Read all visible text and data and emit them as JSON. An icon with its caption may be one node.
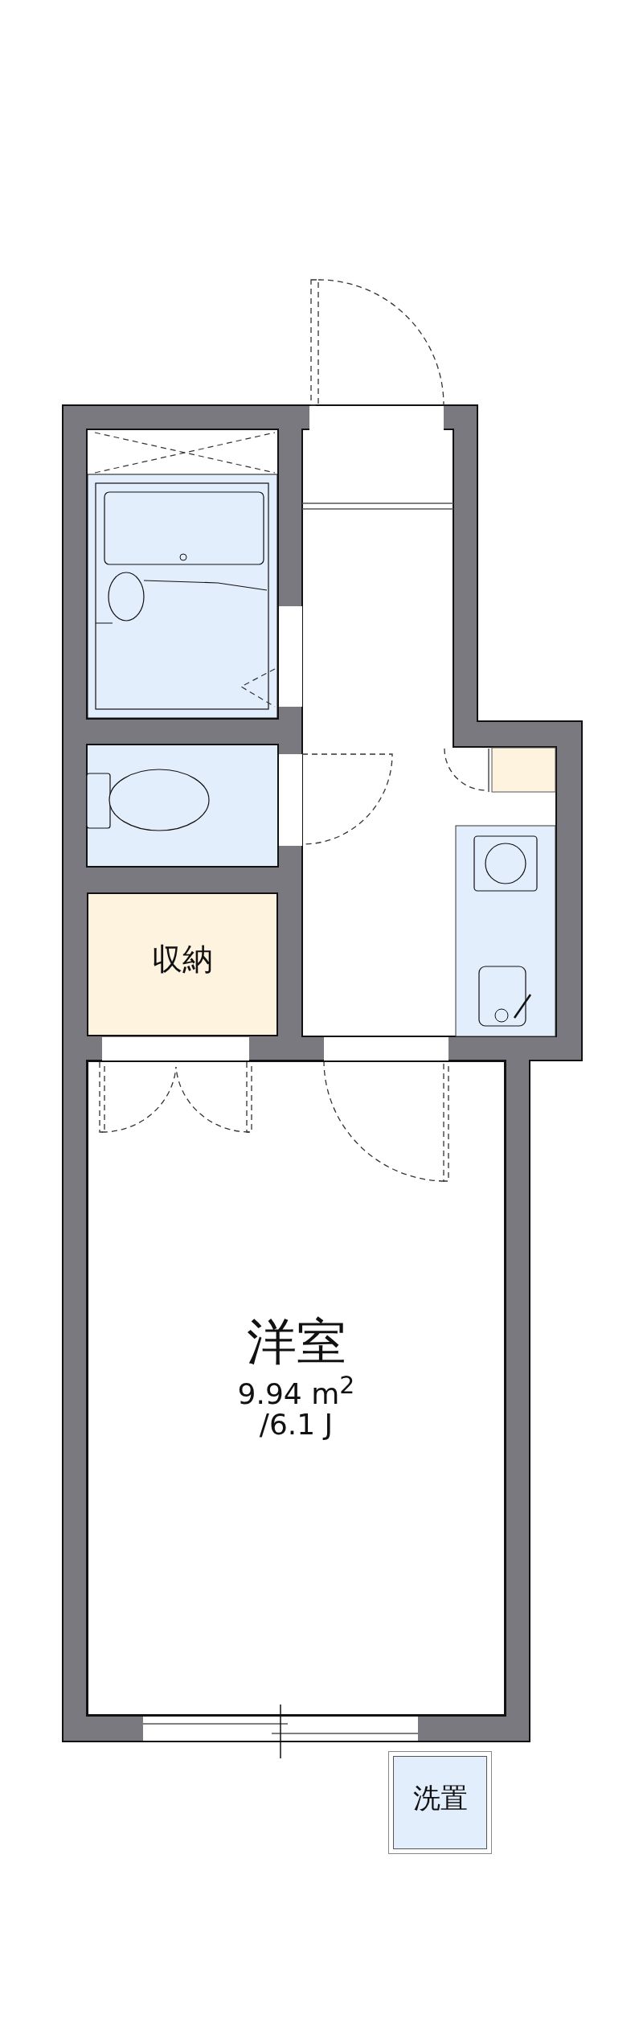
{
  "diagram": {
    "nodes": [
      {
        "text": [
          "収納"
        ]
      },
      {
        "text": [
          "洋室",
          "9.94 m$^{2}$ /6.1 J"
        ]
      },
      {
        "text": [
          "洗置"
        ]
      }
    ]
  }
}
